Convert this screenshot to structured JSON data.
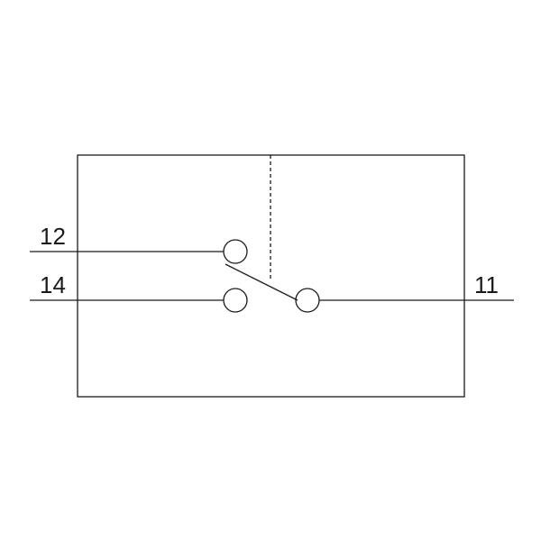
{
  "diagram": {
    "type": "changeover-contact-symbol",
    "terminals": {
      "nc": "12",
      "no": "14",
      "common": "11"
    },
    "colors": {
      "stroke": "#1a1a1a",
      "background": "#ffffff"
    }
  }
}
